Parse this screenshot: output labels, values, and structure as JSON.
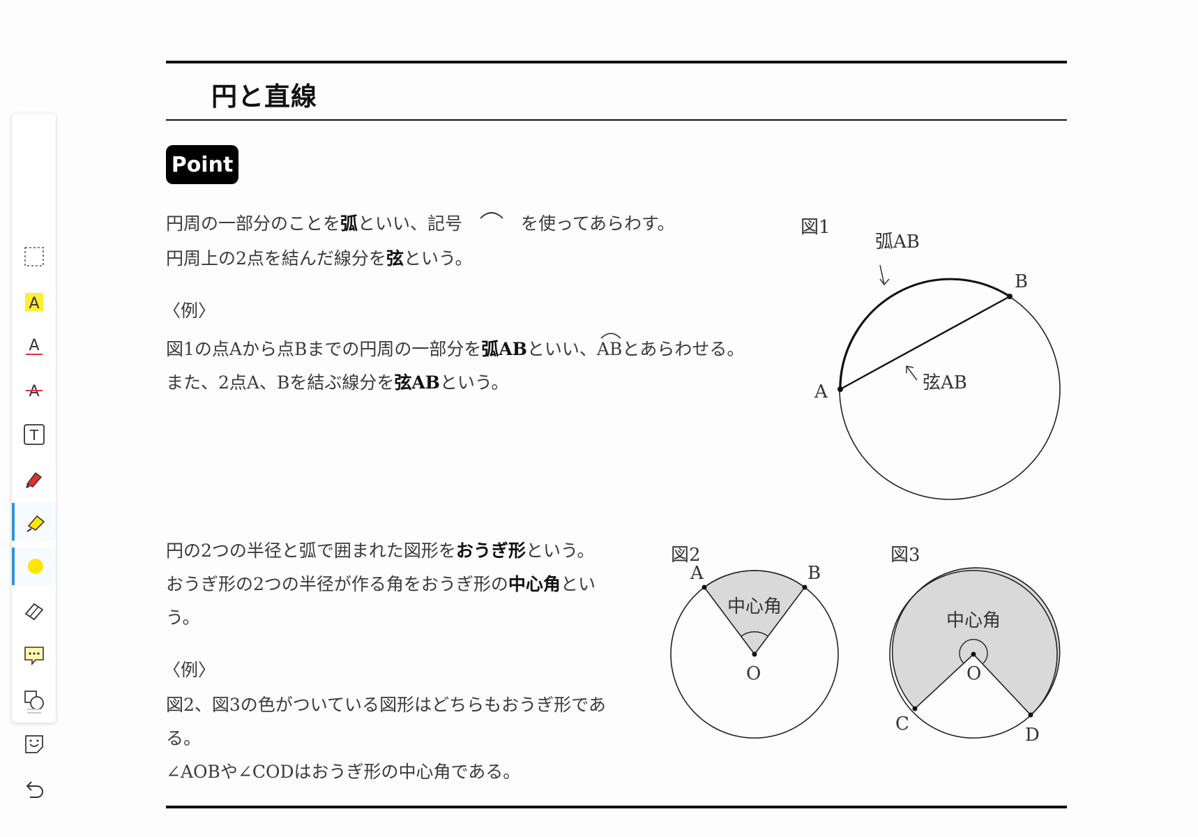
{
  "toolbar": {
    "tools": [
      {
        "name": "select-tool",
        "label": "selection"
      },
      {
        "name": "highlight-text-tool",
        "label": "A"
      },
      {
        "name": "underline-text-tool",
        "label": "A"
      },
      {
        "name": "strikethrough-text-tool",
        "label": "A"
      },
      {
        "name": "text-box-tool",
        "label": "T"
      },
      {
        "name": "pen-tool",
        "label": "pen"
      },
      {
        "name": "highlighter-tool",
        "label": "highlighter"
      },
      {
        "name": "color-picker",
        "label": "yellow"
      },
      {
        "name": "eraser-tool",
        "label": "eraser"
      },
      {
        "name": "comment-tool",
        "label": "comment"
      },
      {
        "name": "shape-tool",
        "label": "shape"
      },
      {
        "name": "sticker-tool",
        "label": "sticker"
      },
      {
        "name": "undo-button",
        "label": "undo"
      }
    ],
    "active_tool": "highlighter-tool",
    "active_color": "#ffe600",
    "accent_color": "#2f95dc"
  },
  "page": {
    "title": "円と直線",
    "badge": "Point"
  },
  "section1": {
    "line1_pre": "円周の一部分のことを",
    "line1_bold": "弧",
    "line1_mid": "といい、記号",
    "line1_post": "を使ってあらわす。",
    "line2_pre": "円周上の2点を結んだ線分を",
    "line2_bold": "弦",
    "line2_post": "という。",
    "example_label": "〈例〉",
    "ex1_pre": "図1の点Aから点Bまでの円周の一部分を",
    "ex1_bold": "弧AB",
    "ex1_mid": "といい、",
    "ex1_arc": "AB",
    "ex1_post": "とあらわせる。",
    "ex2_pre": "また、2点A、Bを結ぶ線分を",
    "ex2_bold": "弦AB",
    "ex2_post": "という。"
  },
  "fig1": {
    "label": "図1",
    "arc_label": "弧AB",
    "chord_label": "弦AB",
    "point_a": "A",
    "point_b": "B"
  },
  "section2": {
    "line1_pre": "円の2つの半径と弧で囲まれた図形を",
    "line1_bold": "おうぎ形",
    "line1_post": "という。",
    "line2_pre": "おうぎ形の2つの半径が作る角をおうぎ形の",
    "line2_bold": "中心角",
    "line2_post": "とい",
    "line3": "う。",
    "example_label": "〈例〉",
    "ex1": "図2、図3の色がついている図形はどちらもおうぎ形であ",
    "ex2": "る。",
    "ex3": "∠AOBや∠CODはおうぎ形の中心角である。"
  },
  "fig2": {
    "label": "図2",
    "center_label": "中心角",
    "point_a": "A",
    "point_b": "B",
    "point_o": "O"
  },
  "fig3": {
    "label": "図3",
    "center_label": "中心角",
    "point_c": "C",
    "point_d": "D",
    "point_o": "O"
  },
  "colors": {
    "sector_fill": "#d9d9d9",
    "rule": "#111111"
  }
}
